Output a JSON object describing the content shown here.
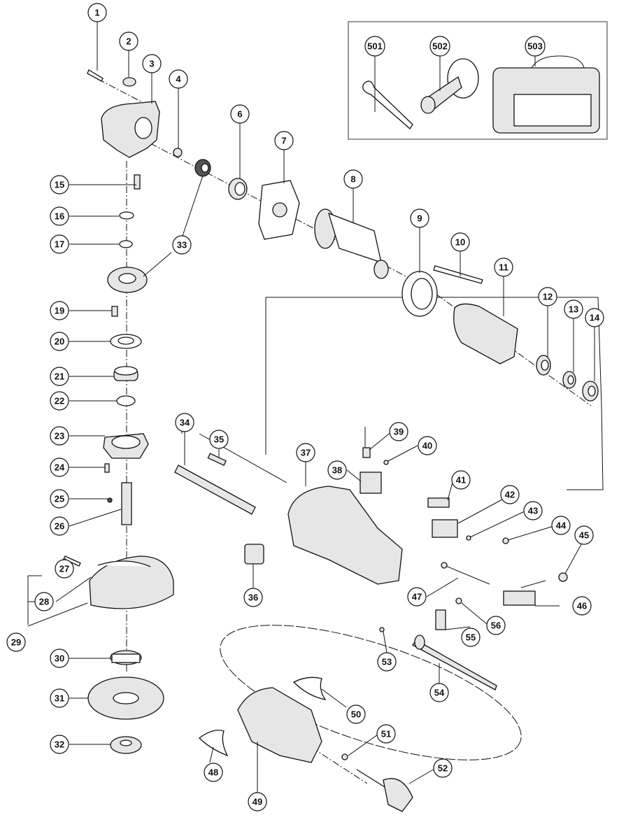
{
  "diagram": {
    "type": "exploded-parts-diagram",
    "subject": "angle grinder",
    "colors": {
      "ink": "#111111",
      "background": "#ffffff",
      "frame": "#555555"
    },
    "accessory_box": {
      "callouts": [
        "501",
        "502",
        "503"
      ],
      "parts": [
        "wrench",
        "side-handle",
        "carrying-case"
      ]
    },
    "callouts": [
      {
        "id": "1"
      },
      {
        "id": "2"
      },
      {
        "id": "3"
      },
      {
        "id": "4"
      },
      {
        "id": "6"
      },
      {
        "id": "7"
      },
      {
        "id": "8"
      },
      {
        "id": "9"
      },
      {
        "id": "10"
      },
      {
        "id": "11"
      },
      {
        "id": "12"
      },
      {
        "id": "13"
      },
      {
        "id": "14"
      },
      {
        "id": "15"
      },
      {
        "id": "16"
      },
      {
        "id": "17"
      },
      {
        "id": "19"
      },
      {
        "id": "20"
      },
      {
        "id": "21"
      },
      {
        "id": "22"
      },
      {
        "id": "23"
      },
      {
        "id": "24"
      },
      {
        "id": "25"
      },
      {
        "id": "26"
      },
      {
        "id": "27"
      },
      {
        "id": "28"
      },
      {
        "id": "29"
      },
      {
        "id": "30"
      },
      {
        "id": "31"
      },
      {
        "id": "32"
      },
      {
        "id": "33"
      },
      {
        "id": "34"
      },
      {
        "id": "35"
      },
      {
        "id": "36"
      },
      {
        "id": "37"
      },
      {
        "id": "38"
      },
      {
        "id": "39"
      },
      {
        "id": "40"
      },
      {
        "id": "41"
      },
      {
        "id": "42"
      },
      {
        "id": "43"
      },
      {
        "id": "44"
      },
      {
        "id": "45"
      },
      {
        "id": "46"
      },
      {
        "id": "47"
      },
      {
        "id": "48"
      },
      {
        "id": "49"
      },
      {
        "id": "50"
      },
      {
        "id": "51"
      },
      {
        "id": "52"
      },
      {
        "id": "53"
      },
      {
        "id": "54"
      },
      {
        "id": "55"
      },
      {
        "id": "56"
      },
      {
        "id": "501"
      },
      {
        "id": "502"
      },
      {
        "id": "503"
      }
    ]
  }
}
